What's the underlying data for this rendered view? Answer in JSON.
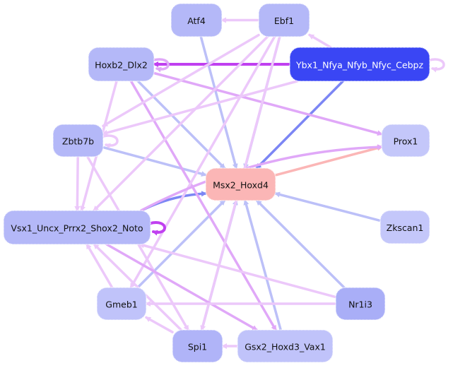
{
  "diagram": {
    "type": "network",
    "nodes": [
      {
        "id": "Atf4",
        "label": "Atf4",
        "fill": "#b4b8f8",
        "text_color": "#111111"
      },
      {
        "id": "Ebf1",
        "label": "Ebf1",
        "fill": "#b4b8f8",
        "text_color": "#111111"
      },
      {
        "id": "Hoxb2_Dlx2",
        "label": "Hoxb2_Dlx2",
        "fill": "#b4b8f8",
        "text_color": "#111111"
      },
      {
        "id": "Ybx1",
        "label": "Ybx1_Nfya_Nfyb_Nfyc_Cebpz",
        "fill": "#3a46f4",
        "text_color": "#ffffff"
      },
      {
        "id": "Zbtb7b",
        "label": "Zbtb7b",
        "fill": "#b4b8f8",
        "text_color": "#111111"
      },
      {
        "id": "Prox1",
        "label": "Prox1",
        "fill": "#c4c7fa",
        "text_color": "#111111"
      },
      {
        "id": "Msx2_Hoxd4",
        "label": "Msx2_Hoxd4",
        "fill": "#fbb6b6",
        "text_color": "#111111"
      },
      {
        "id": "Vsx1",
        "label": "Vsx1_Uncx_Prrx2_Shox2_Noto",
        "fill": "#b4b8f8",
        "text_color": "#111111"
      },
      {
        "id": "Zkscan1",
        "label": "Zkscan1",
        "fill": "#c4c7fa",
        "text_color": "#111111"
      },
      {
        "id": "Gmeb1",
        "label": "Gmeb1",
        "fill": "#c0c3fa",
        "text_color": "#111111"
      },
      {
        "id": "Nr1i3",
        "label": "Nr1i3",
        "fill": "#a9aef7",
        "text_color": "#111111"
      },
      {
        "id": "Spi1",
        "label": "Spi1",
        "fill": "#b0b4f8",
        "text_color": "#111111"
      },
      {
        "id": "Gsx2_Hoxd3_Vax1",
        "label": "Gsx2_Hoxd3_Vax1",
        "fill": "#c0c3fa",
        "text_color": "#111111"
      }
    ],
    "edge_colors": {
      "blue_light": "#bcc0f8",
      "blue_medium": "#7c86f4",
      "violet_light": "#ecc8fa",
      "violet_medium": "#e0a8f8",
      "violet_strong": "#c040f0",
      "pink": "#fbb6b6"
    },
    "edges": [
      {
        "from": "Atf4",
        "to": "Msx2_Hoxd4",
        "color": "blue_light"
      },
      {
        "from": "Ebf1",
        "to": "Msx2_Hoxd4",
        "color": "blue_light"
      },
      {
        "from": "Ybx1",
        "to": "Msx2_Hoxd4",
        "color": "blue_medium"
      },
      {
        "from": "Hoxb2_Dlx2",
        "to": "Msx2_Hoxd4",
        "color": "blue_light"
      },
      {
        "from": "Zbtb7b",
        "to": "Msx2_Hoxd4",
        "color": "blue_light"
      },
      {
        "from": "Vsx1",
        "to": "Msx2_Hoxd4",
        "color": "blue_medium"
      },
      {
        "from": "Zkscan1",
        "to": "Msx2_Hoxd4",
        "color": "blue_light"
      },
      {
        "from": "Nr1i3",
        "to": "Msx2_Hoxd4",
        "color": "blue_light"
      },
      {
        "from": "Gmeb1",
        "to": "Msx2_Hoxd4",
        "color": "blue_light"
      },
      {
        "from": "Spi1",
        "to": "Msx2_Hoxd4",
        "color": "blue_light"
      },
      {
        "from": "Gsx2_Hoxd3_Vax1",
        "to": "Msx2_Hoxd4",
        "color": "blue_light"
      },
      {
        "from": "Msx2_Hoxd4",
        "to": "Prox1",
        "color": "pink"
      },
      {
        "from": "Ybx1",
        "to": "Hoxb2_Dlx2",
        "color": "violet_strong"
      },
      {
        "from": "Hoxb2_Dlx2",
        "to": "Hoxb2_Dlx2",
        "color": "violet_medium"
      },
      {
        "from": "Hoxb2_Dlx2",
        "to": "Prox1",
        "color": "violet_medium"
      },
      {
        "from": "Hoxb2_Dlx2",
        "to": "Vsx1",
        "color": "violet_light"
      },
      {
        "from": "Hoxb2_Dlx2",
        "to": "Gsx2_Hoxd3_Vax1",
        "color": "violet_medium"
      },
      {
        "from": "Ebf1",
        "to": "Atf4",
        "color": "violet_light"
      },
      {
        "from": "Ybx1",
        "to": "Ebf1",
        "color": "violet_light"
      },
      {
        "from": "Ybx1",
        "to": "Ybx1",
        "color": "violet_light"
      },
      {
        "from": "Ebf1",
        "to": "Vsx1",
        "color": "violet_light"
      },
      {
        "from": "Ebf1",
        "to": "Zbtb7b",
        "color": "violet_light"
      },
      {
        "from": "Ebf1",
        "to": "Spi1",
        "color": "violet_light"
      },
      {
        "from": "Ebf1",
        "to": "Gmeb1",
        "color": "violet_light"
      },
      {
        "from": "Ybx1",
        "to": "Zbtb7b",
        "color": "violet_light"
      },
      {
        "from": "Zbtb7b",
        "to": "Zbtb7b",
        "color": "violet_light"
      },
      {
        "from": "Zbtb7b",
        "to": "Vsx1",
        "color": "violet_light"
      },
      {
        "from": "Zbtb7b",
        "to": "Spi1",
        "color": "violet_light"
      },
      {
        "from": "Vsx1",
        "to": "Prox1",
        "color": "violet_medium"
      },
      {
        "from": "Vsx1",
        "to": "Vsx1",
        "color": "violet_strong"
      },
      {
        "from": "Vsx1",
        "to": "Gsx2_Hoxd3_Vax1",
        "color": "violet_medium"
      },
      {
        "from": "Spi1",
        "to": "Vsx1",
        "color": "violet_light"
      },
      {
        "from": "Nr1i3",
        "to": "Vsx1",
        "color": "violet_light"
      },
      {
        "from": "Nr1i3",
        "to": "Gmeb1",
        "color": "violet_light"
      },
      {
        "from": "Spi1",
        "to": "Gmeb1",
        "color": "violet_light"
      },
      {
        "from": "Gsx2_Hoxd3_Vax1",
        "to": "Spi1",
        "color": "violet_light"
      },
      {
        "from": "Gmeb1",
        "to": "Vsx1",
        "color": "violet_light"
      }
    ]
  }
}
